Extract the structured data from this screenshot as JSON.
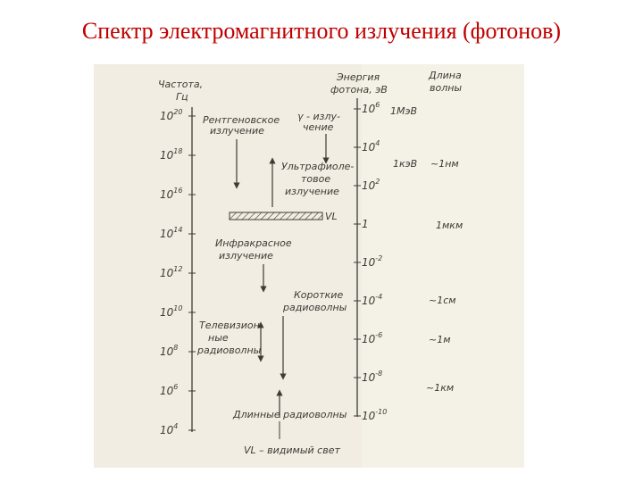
{
  "title": "Спектр электромагнитного излучения (фотонов)",
  "colors": {
    "title": "#c00000",
    "paper": "#f1ede2",
    "ink": "#3e3a36"
  },
  "figure": {
    "freq_header": [
      "Частота,",
      "Гц"
    ],
    "freq_ticks": [
      {
        "base": "10",
        "exp": "20"
      },
      {
        "base": "10",
        "exp": "18"
      },
      {
        "base": "10",
        "exp": "16"
      },
      {
        "base": "10",
        "exp": "14"
      },
      {
        "base": "10",
        "exp": "12"
      },
      {
        "base": "10",
        "exp": "10"
      },
      {
        "base": "10",
        "exp": "8"
      },
      {
        "base": "10",
        "exp": "6"
      },
      {
        "base": "10",
        "exp": "4"
      }
    ],
    "energy_header": [
      "Энергия",
      "фотона, эВ"
    ],
    "energy_ticks": [
      {
        "base": "10",
        "exp": "6"
      },
      {
        "base": "10",
        "exp": "4"
      },
      {
        "base": "10",
        "exp": "2"
      },
      {
        "base": "1",
        "exp": ""
      },
      {
        "base": "10",
        "exp": "-2"
      },
      {
        "base": "10",
        "exp": "-4"
      },
      {
        "base": "10",
        "exp": "-6"
      },
      {
        "base": "10",
        "exp": "-8"
      },
      {
        "base": "10",
        "exp": "-10"
      }
    ],
    "wave_header": [
      "Длина",
      "волны"
    ],
    "wave_labels": [
      "1МэВ",
      "1кэВ",
      "~1нм",
      "1мкм",
      "~1см",
      "~1м",
      "~1км"
    ],
    "xray": [
      "Рентгеновское",
      "излучение"
    ],
    "gamma": [
      "γ - излу-",
      "чение"
    ],
    "uv": [
      "Ультрафиоле-",
      "товое",
      "излучение"
    ],
    "vl_marker": "VL",
    "infrared": [
      "Инфракрасное",
      "излучение"
    ],
    "short_radio": [
      "Короткие",
      "радиоволны"
    ],
    "tv": [
      "Телевизион-",
      "ные",
      "радиоволны"
    ],
    "long_radio": "Длинные радиоволны",
    "footnote": "VL – видимый свет"
  }
}
